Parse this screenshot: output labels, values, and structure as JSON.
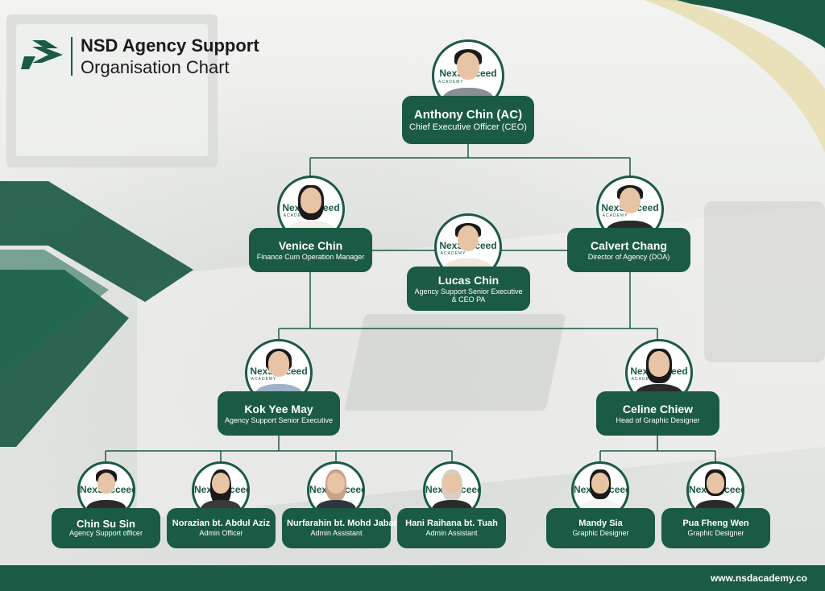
{
  "header": {
    "title": "NSD Agency Support",
    "subtitle": "Organisation Chart"
  },
  "photo_watermark": {
    "text": "NexSucceed",
    "sub": "ACADEMY"
  },
  "colors": {
    "brand_green": "#1b5a45",
    "footer": "#1b5a45",
    "accent_dark": "#123d2f"
  },
  "icons": {
    "logo": "nsd-arrow-logo-icon"
  },
  "people": {
    "ceo": {
      "name": "Anthony Chin (AC)",
      "role": "Chief Executive Officer (CEO)"
    },
    "finance": {
      "name": "Venice Chin",
      "role": "Finance Cum Operation Manager"
    },
    "doa": {
      "name": "Calvert Chang",
      "role": "Director of Agency (DOA)"
    },
    "ceo_pa": {
      "name": "Lucas Chin",
      "role": "Agency Support Senior Executive & CEO PA"
    },
    "senior_exec": {
      "name": "Kok Yee May",
      "role": "Agency Support Senior Executive"
    },
    "graphic_head": {
      "name": "Celine Chiew",
      "role": "Head of Graphic Designer"
    },
    "support_officer": {
      "name": "Chin Su Sin",
      "role": "Agency Support officer"
    },
    "admin_officer": {
      "name": "Norazian bt. Abdul Aziz",
      "role": "Admin Officer"
    },
    "admin_assistant_1": {
      "name": "Nurfarahin bt. Mohd Jabar",
      "role": "Admin Assistant"
    },
    "admin_assistant_2": {
      "name": "Hani Raihana bt. Tuah",
      "role": "Admin Assistant"
    },
    "designer_1": {
      "name": "Mandy Sia",
      "role": "Graphic Designer"
    },
    "designer_2": {
      "name": "Pua Fheng Wen",
      "role": "Graphic Designer"
    }
  },
  "footer": {
    "url": "www.nsdacademy.co"
  }
}
